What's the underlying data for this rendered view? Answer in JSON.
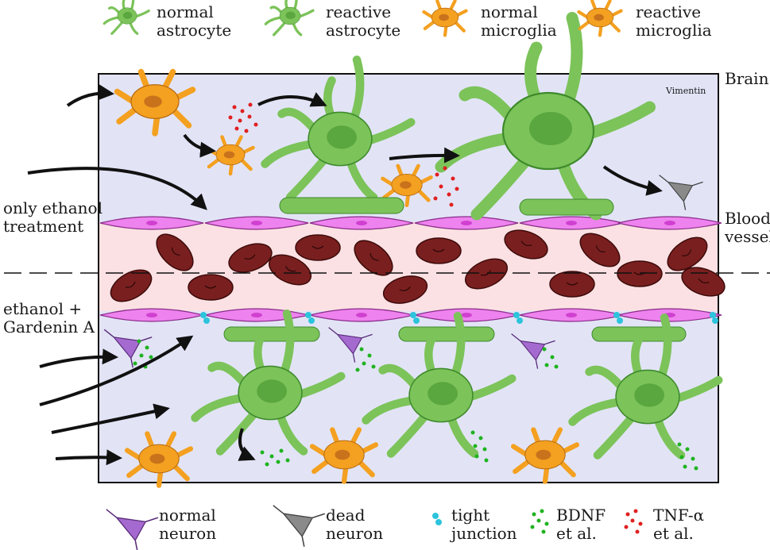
{
  "legend_top": [
    {
      "text": "normal\nastrocyte",
      "icon": "normal-astrocyte-icon"
    },
    {
      "text": "reactive\nastrocyte",
      "icon": "reactive-astrocyte-icon"
    },
    {
      "text": "normal\nmicroglia",
      "icon": "normal-microglia-icon"
    },
    {
      "text": "reactive\nmicroglia",
      "icon": "reactive-microglia-icon"
    }
  ],
  "legend_bottom": [
    {
      "text": "normal\nneuron",
      "icon": "normal-neuron-icon"
    },
    {
      "text": "dead\nneuron",
      "icon": "dead-neuron-icon"
    },
    {
      "text": "tight\njunction",
      "icon": "tight-junction-icon"
    },
    {
      "text": "BDNF\net al.",
      "icon": "bdnf-dots-icon"
    },
    {
      "text": "TNF-α\net al.",
      "icon": "tnf-dots-icon"
    }
  ],
  "side_labels": {
    "brain": "Brain",
    "blood_vessel": "Blood\nvessel",
    "only_ethanol": "only ethanol\ntreatment",
    "ethanol_gardenin": "ethanol +\nGardenin A"
  },
  "vimentin": "Vimentin",
  "colors": {
    "astrocyte": "#7cc35a",
    "astrocyte_dark": "#3e8a2c",
    "microglia": "#f4a020",
    "microglia_nucleus": "#c8721c",
    "neuron": "#a56ad0",
    "dead_neuron": "#8a8a8a",
    "tight_junction": "#2cc4dc",
    "bdnf": "#1fb31f",
    "tnf": "#e02020",
    "endothelial": "#ee82ee",
    "rbc": "#7a1f1f",
    "vessel_bg": "#fbe1e3",
    "brain_bg": "#e2e4f6"
  }
}
